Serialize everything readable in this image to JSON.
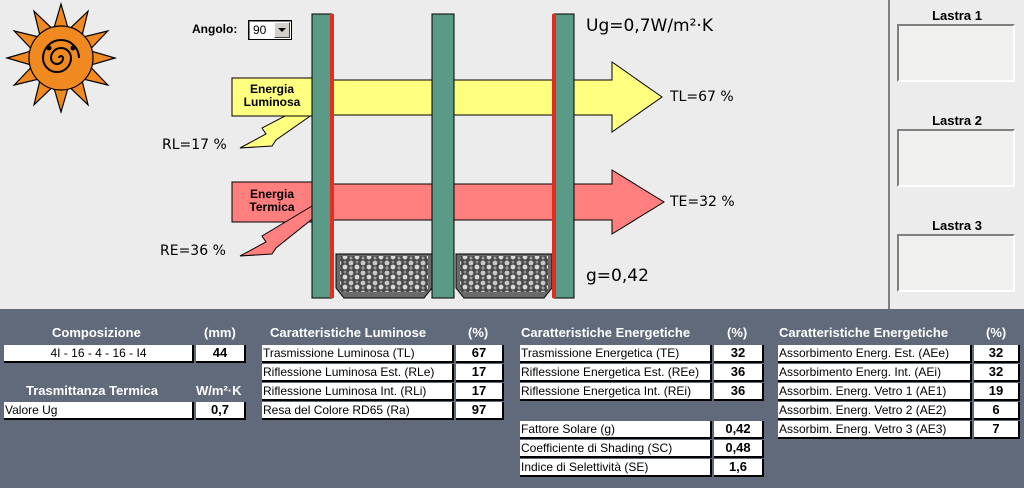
{
  "controls": {
    "angolo_label": "Angolo:",
    "angolo_value": "90"
  },
  "diagram": {
    "ug": "Ug=0,7W/m²·K",
    "energia_luminosa": [
      "Energia",
      "Luminosa"
    ],
    "energia_termica": [
      "Energia",
      "Termica"
    ],
    "rl": "RL=17 %",
    "re": "RE=36 %",
    "tl": "TL=67 %",
    "te": "TE=32 %",
    "g": "g=0,42"
  },
  "lastre": [
    "Lastra 1",
    "Lastra 2",
    "Lastra 3"
  ],
  "composizione": {
    "header": "Composizione",
    "unit": "(mm)",
    "label": "4I - 16 - 4 - 16 - I4",
    "value": "44"
  },
  "trasmittanza": {
    "header": "Trasmittanza Termica",
    "unit": "W/m²·K",
    "label": "Valore Ug",
    "value": "0,7"
  },
  "luminose": {
    "header": "Caratteristiche Luminose",
    "unit": "(%)",
    "rows": [
      {
        "label": "Trasmissione Luminosa (TL)",
        "value": "67"
      },
      {
        "label": "Riflessione Luminosa Est. (RLe)",
        "value": "17"
      },
      {
        "label": "Riflessione Luminosa Int. (RLi)",
        "value": "17"
      },
      {
        "label": "Resa del Colore RD65 (Ra)",
        "value": "97"
      }
    ]
  },
  "energetiche1": {
    "header": "Caratteristiche Energetiche",
    "unit": "(%)",
    "rows": [
      {
        "label": "Trasmissione Energetica (TE)",
        "value": "32"
      },
      {
        "label": "Riflessione Energetica Est. (REe)",
        "value": "36"
      },
      {
        "label": "Riflessione Energetica Int. (REi)",
        "value": "36"
      }
    ]
  },
  "solari": {
    "rows": [
      {
        "label": "Fattore Solare (g)",
        "value": "0,42"
      },
      {
        "label": "Coefficiente di Shading (SC)",
        "value": "0,48"
      },
      {
        "label": "Indice di Selettività (SE)",
        "value": "1,6"
      }
    ]
  },
  "energetiche2": {
    "header": "Caratteristiche Energetiche",
    "unit": "(%)",
    "rows": [
      {
        "label": "Assorbimento Energ. Est. (AEe)",
        "value": "32"
      },
      {
        "label": "Assorbimento Energ. Int. (AEi)",
        "value": "32"
      },
      {
        "label": "Assorbim. Energ. Vetro 1 (AE1)",
        "value": "19"
      },
      {
        "label": "Assorbim. Energ. Vetro 2 (AE2)",
        "value": "6"
      },
      {
        "label": "Assorbim. Energ. Vetro 3 (AE3)",
        "value": "7"
      }
    ]
  },
  "colors": {
    "glass": "#5a9a86",
    "coating": "#e03020",
    "light_arrow": "#ffff80",
    "heat_arrow": "#ff7f7f",
    "panel_bg": "#616a7a",
    "sun": "#f08a20"
  }
}
